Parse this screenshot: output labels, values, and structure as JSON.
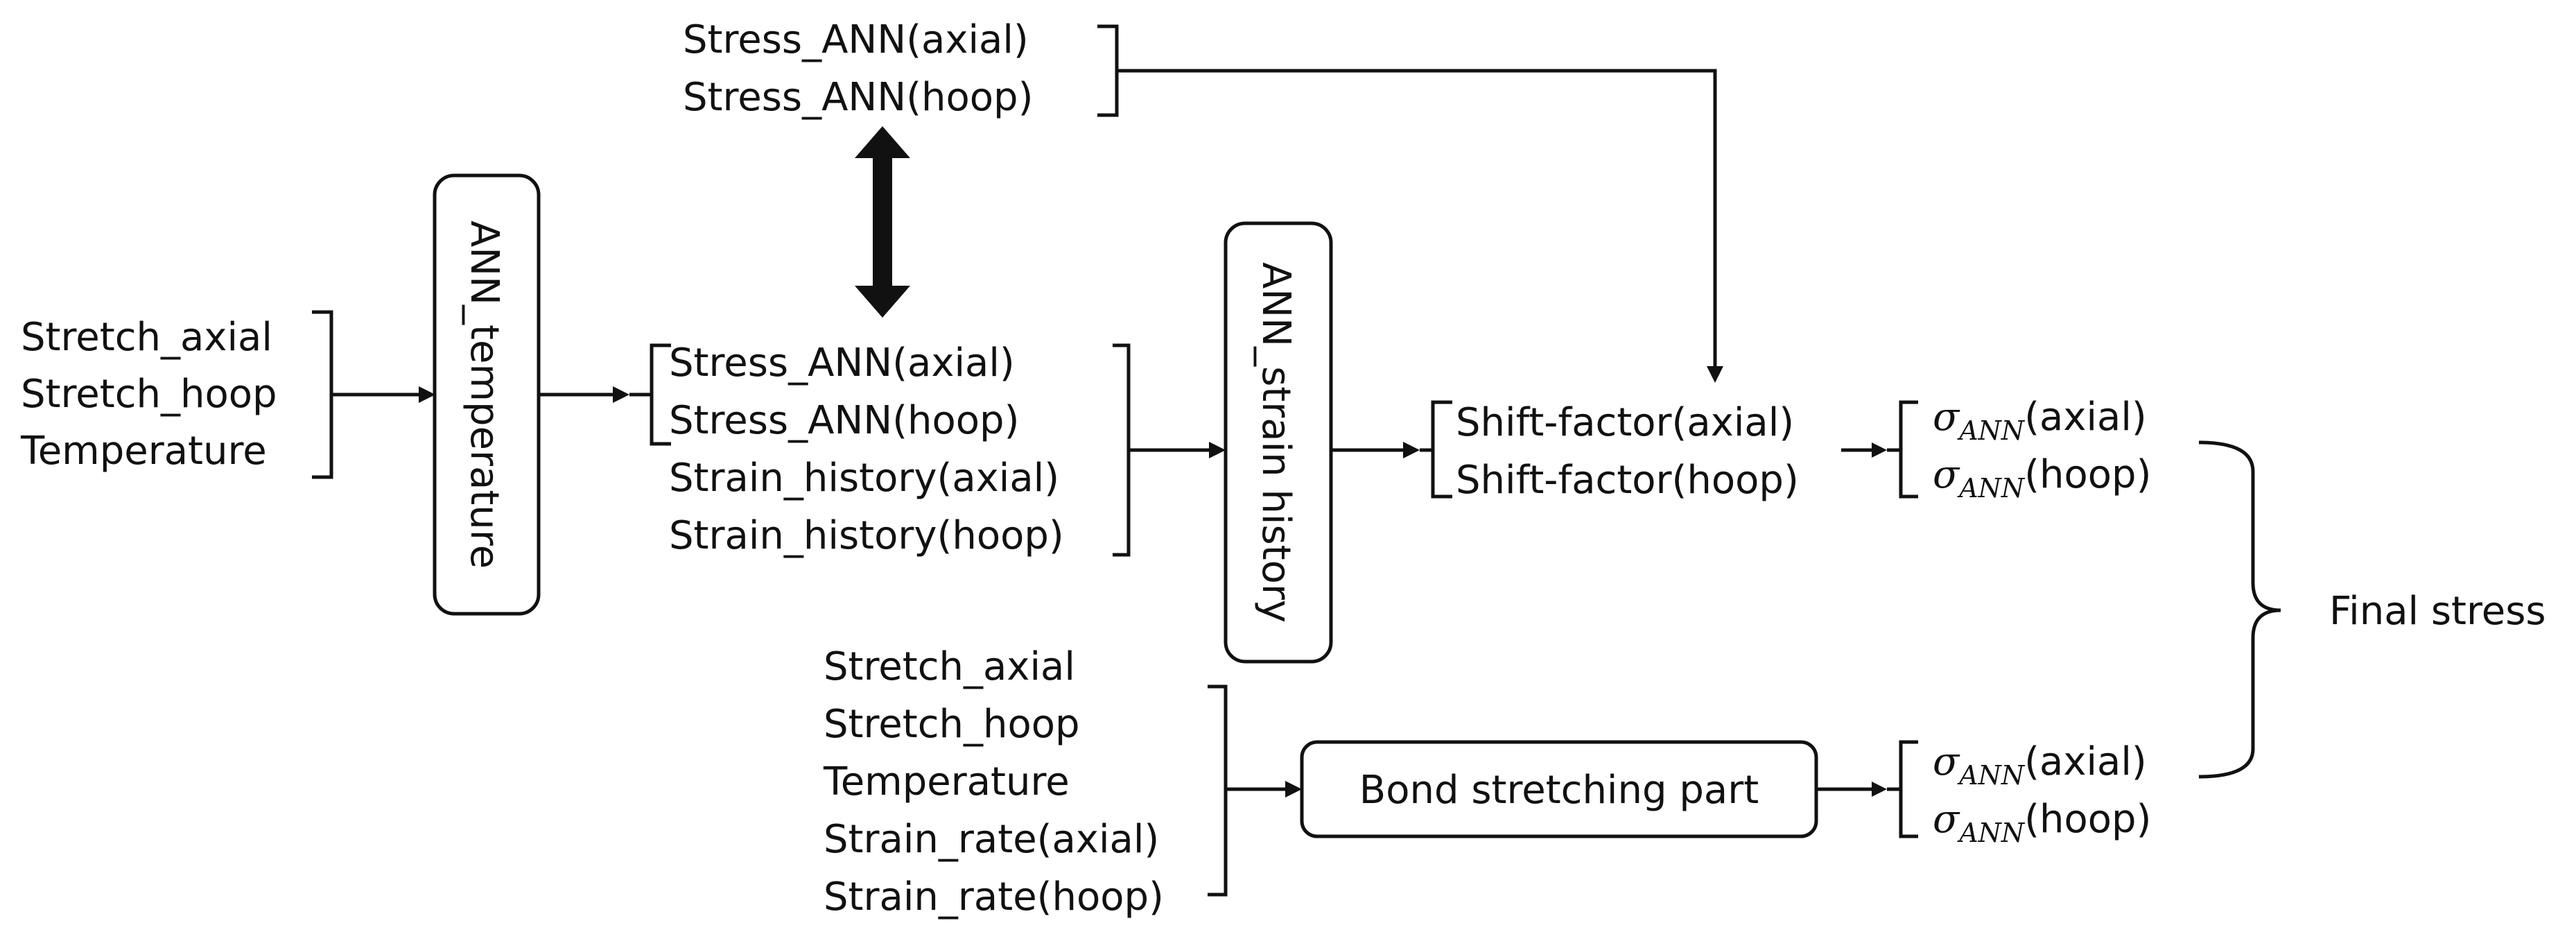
{
  "inputs_left": [
    "Stretch_axial",
    "Stretch_hoop",
    "Temperature"
  ],
  "ann_temperature_label": "ANN_temperature",
  "top_outputs": [
    "Stress_ANN(axial)",
    "Stress_ANN(hoop)"
  ],
  "middle_group": [
    "Stress_ANN(axial)",
    "Stress_ANN(hoop)",
    "Strain_history(axial)",
    "Strain_history(hoop)"
  ],
  "ann_strain_history_label": "ANN_strain history",
  "shift_factors": [
    "Shift-factor(axial)",
    "Shift-factor(hoop)"
  ],
  "sigma_symbol": "σ",
  "sigma_subscript": "ANN",
  "sigma_upper": [
    "(axial)",
    "(hoop)"
  ],
  "sigma_lower": [
    "(axial)",
    "(hoop)"
  ],
  "bond_inputs": [
    "Stretch_axial",
    "Stretch_hoop",
    "Temperature",
    "Strain_rate(axial)",
    "Strain_rate(hoop)"
  ],
  "bond_box_label": "Bond stretching part",
  "final_label": "Final stress"
}
